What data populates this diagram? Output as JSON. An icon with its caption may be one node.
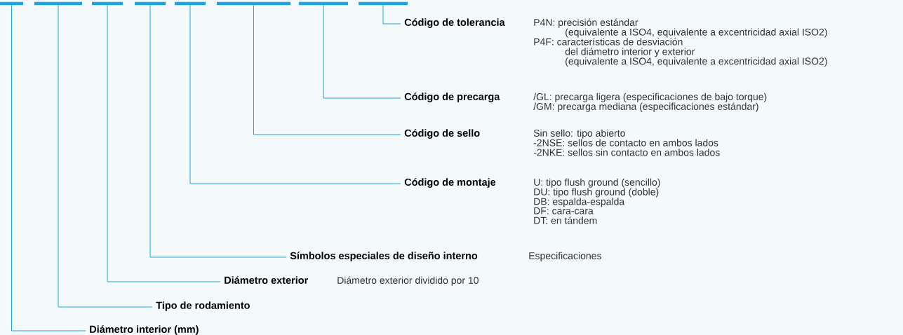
{
  "diagram": {
    "nodes": [
      {
        "text": [],
        "shape": "bar"
      },
      {
        "text": [],
        "shape": "bar"
      },
      {
        "text": [],
        "shape": "bar"
      },
      {
        "text": [],
        "shape": "bar"
      },
      {
        "text": [],
        "shape": "bar"
      },
      {
        "text": [],
        "shape": "bar"
      },
      {
        "text": [],
        "shape": "bar"
      },
      {
        "text": [],
        "shape": "bar"
      },
      {
        "text": [
          "Código de tolerancia",
          "P4N: precisión estándar",
          "(equivalente a ISO4, equivalente a excentricidad  axial ISO2)",
          "P4F: características de desviación",
          "del diámetro interior y exterior",
          "(equivalente a ISO4, equivalente a excentricidad axial ISO2)"
        ]
      },
      {
        "text": [
          "Código de precarga",
          "/GL: precarga ligera (especificaciones de bajo torque)",
          "/GM: precarga mediana (especificaciones estándar)"
        ]
      },
      {
        "text": [
          "Código de sello",
          "Sin sello: tipo abierto",
          "-2NSE: sellos de contacto en ambos lados",
          "-2NKE: sellos sin contacto en ambos lados"
        ]
      },
      {
        "text": [
          "Código de montaje",
          "U: tipo flush ground (sencillo)",
          "DU: tipo flush ground (doble)",
          "DB: espalda-espalda",
          "DF: cara-cara",
          "DT: en tándem"
        ]
      },
      {
        "text": [
          "Símbolos especiales de diseño interno",
          "Especificaciones"
        ]
      },
      {
        "text": [
          "Diámetro exterior",
          "Diámetro exterior dividido por 10"
        ]
      },
      {
        "text": [
          "Tipo de rodamiento"
        ]
      },
      {
        "text": [
          "Diámetro interior (mm)"
        ]
      }
    ],
    "edges": [
      {
        "from": 7,
        "to": 8,
        "arrow": "none"
      },
      {
        "from": 6,
        "to": 9,
        "arrow": "none"
      },
      {
        "from": 5,
        "to": 10,
        "arrow": "none"
      },
      {
        "from": 4,
        "to": 11,
        "arrow": "none"
      },
      {
        "from": 3,
        "to": 12,
        "arrow": "none"
      },
      {
        "from": 2,
        "to": 13,
        "arrow": "none"
      },
      {
        "from": 1,
        "to": 14,
        "arrow": "none"
      },
      {
        "from": 0,
        "to": 15,
        "arrow": "none"
      }
    ]
  }
}
